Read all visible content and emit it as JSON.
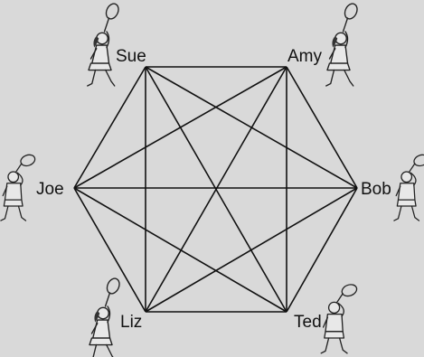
{
  "diagram": {
    "type": "complete-graph",
    "line_color": "#111111",
    "background": "#d9d9d9",
    "players": [
      {
        "id": "sue",
        "label": "Sue",
        "icon": "tennis-player-female-icon"
      },
      {
        "id": "amy",
        "label": "Amy",
        "icon": "tennis-player-female-icon"
      },
      {
        "id": "bob",
        "label": "Bob",
        "icon": "tennis-player-male-icon"
      },
      {
        "id": "ted",
        "label": "Ted",
        "icon": "tennis-player-male-icon"
      },
      {
        "id": "liz",
        "label": "Liz",
        "icon": "tennis-player-female-icon"
      },
      {
        "id": "joe",
        "label": "Joe",
        "icon": "tennis-player-male-icon"
      }
    ],
    "connections": "every player connected to every other player"
  }
}
